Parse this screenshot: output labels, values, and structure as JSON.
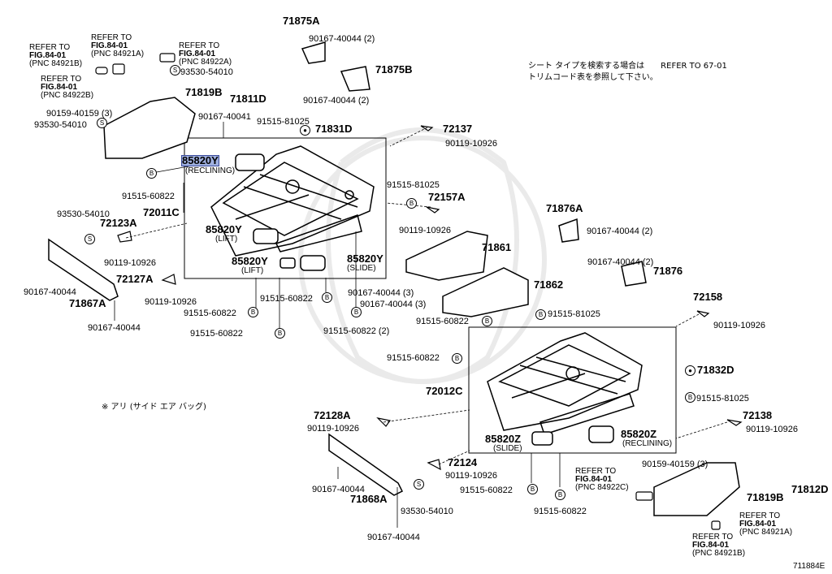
{
  "diagram_id": "711884E",
  "note_jp": "シート タイプを検索する場合は　　REFER TO  67-01",
  "note_jp2": "トリムコード表を参照して下さい。",
  "note_airbag": "※ アリ (サイド エア バッグ)",
  "refs": {
    "r1": {
      "a": "REFER TO",
      "b": "FIG.84-01",
      "c": "(PNC 84921B)"
    },
    "r2": {
      "a": "REFER TO",
      "b": "FIG.84-01",
      "c": "(PNC 84921A)"
    },
    "r3": {
      "a": "REFER TO",
      "b": "FIG.84-01",
      "c": "(PNC 84922A)"
    },
    "r4": {
      "a": "REFER TO",
      "b": "FIG.84-01",
      "c": "(PNC 84922B)"
    },
    "r5": {
      "a": "REFER TO",
      "b": "FIG.84-01",
      "c": "(PNC 84922C)"
    },
    "r6": {
      "a": "REFER TO",
      "b": "FIG.84-01",
      "c": "(PNC 84921A)"
    },
    "r7": {
      "a": "REFER TO",
      "b": "FIG.84-01",
      "c": "(PNC 84921B)"
    }
  },
  "labels": {
    "p71875A": "71875A",
    "p90167_a": "90167-40044 (2)",
    "p71875B": "71875B",
    "p90167_b": "90167-40044 (2)",
    "p93530_a": "93530-54010",
    "p71819B_a": "71819B",
    "p71811D": "71811D",
    "p90159_a": "90159-40159 (3)",
    "p93530_b": "93530-54010",
    "p90167_c": "90167-40041",
    "p91515_a": "91515-81025",
    "p71831D": "71831D",
    "p72137": "72137",
    "p90119_a": "90119-10926",
    "p85820Y_rec": "85820Y",
    "p85820Y_rec_sub": "(RECLINING)",
    "p91515_b": "91515-60822",
    "p91515_c": "91515-81025",
    "p72157A": "72157A",
    "p72011C": "72011C",
    "p93530_c": "93530-54010",
    "p72123A": "72123A",
    "p85820Y_lift": "85820Y",
    "p85820Y_lift_sub": "(LIFT)",
    "p90119_b": "90119-10926",
    "p71861": "71861",
    "p90119_c": "90119-10926",
    "p85820Y_lift2": "85820Y",
    "p85820Y_lift2_sub": "(LIFT)",
    "p85820Y_slide": "85820Y",
    "p85820Y_slide_sub": "(SLIDE)",
    "p72127A": "72127A",
    "p90167_d": "90167-40044",
    "p71867A": "71867A",
    "p90119_d": "90119-10926",
    "p91515_d": "91515-60822",
    "p91515_e": "91515-60822",
    "p91515_f": "91515-60822",
    "p91515_g": "91515-60822 (2)",
    "p90167_e": "90167-40044",
    "p71876A": "71876A",
    "p90167_f": "90167-40044 (2)",
    "p90167_g": "90167-40044 (2)",
    "p71876": "71876",
    "p71862": "71862",
    "p90167_h": "90167-40044 (3)",
    "p90167_i": "90167-40044 (3)",
    "p91515_h": "91515-60822",
    "p72158": "72158",
    "p91515_i": "91515-81025",
    "p90119_e": "90119-10926",
    "p91515_j": "91515-60822",
    "p71832D": "71832D",
    "p72012C": "72012C",
    "p91515_k": "91515-81025",
    "p72138": "72138",
    "p90119_f": "90119-10926",
    "p72128A": "72128A",
    "p90119_g": "90119-10926",
    "p85820Z_slide": "85820Z",
    "p85820Z_slide_sub": "(SLIDE)",
    "p85820Z_rec": "85820Z",
    "p85820Z_rec_sub": "(RECLINING)",
    "p72124": "72124",
    "p90119_h": "90119-10926",
    "p91515_l": "91515-60822",
    "p91515_m": "91515-60822",
    "p90167_j": "90167-40044",
    "p71868A": "71868A",
    "p93530_d": "93530-54010",
    "p90167_k": "90167-40044",
    "p90159_b": "90159-40159 (3)",
    "p71812D": "71812D",
    "p71819B_b": "71819B"
  }
}
